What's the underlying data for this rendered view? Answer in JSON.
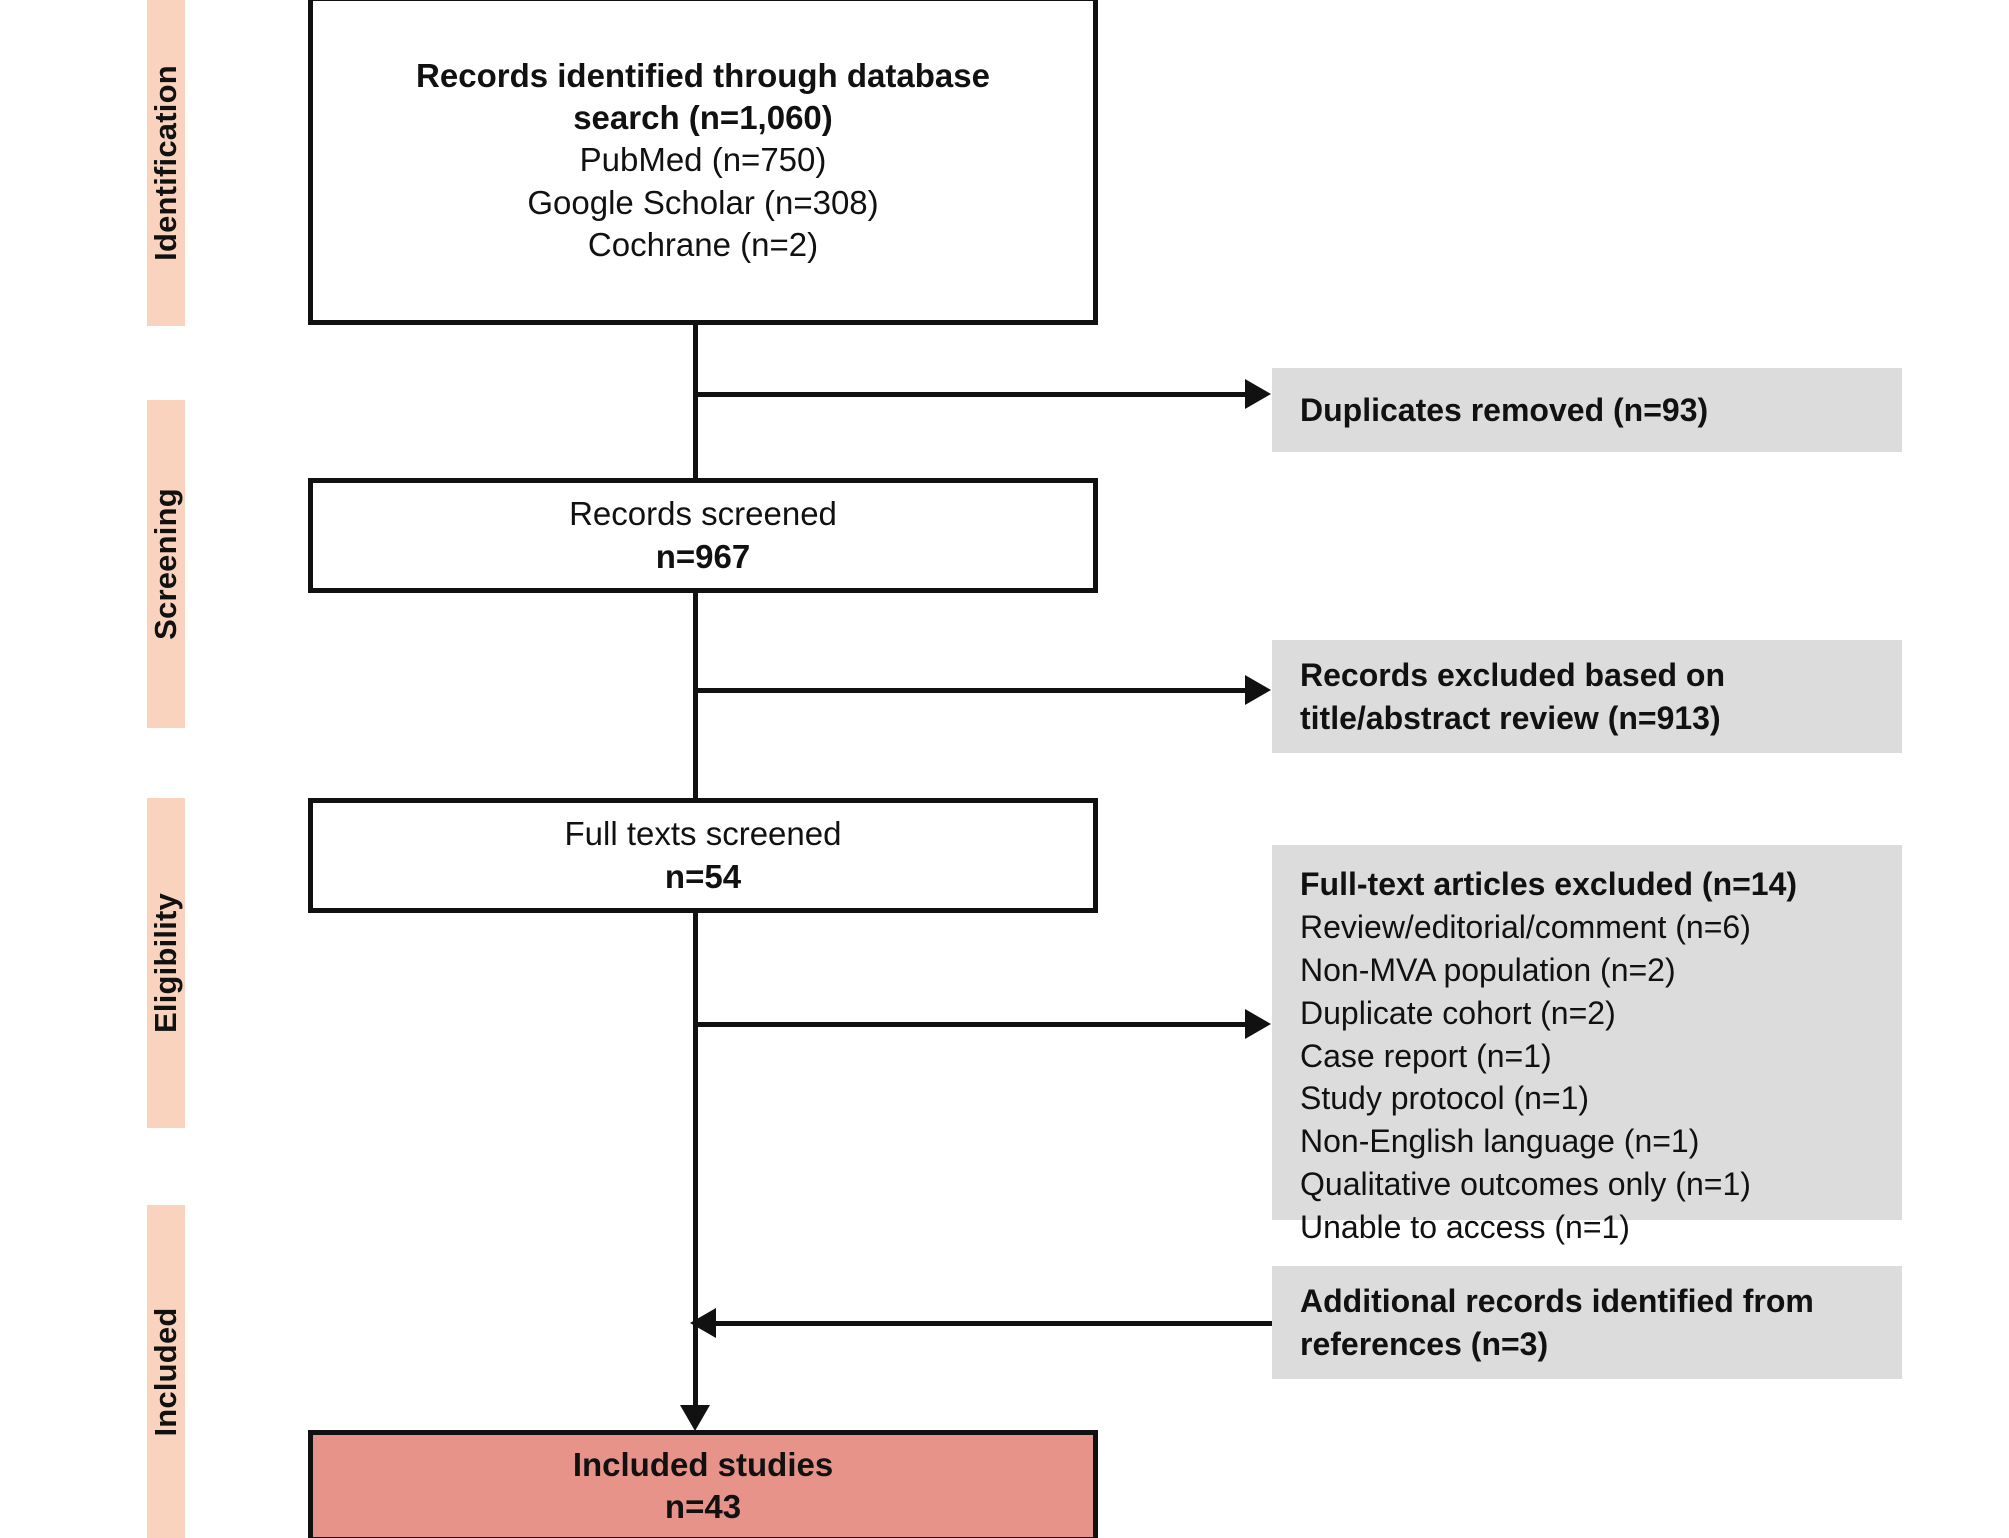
{
  "colors": {
    "stage_band": "#f9d3bd",
    "gray_box": "#dcdcdc",
    "included_box": "#e8938a",
    "stroke": "#111111",
    "white_box": "#ffffff"
  },
  "stages": [
    {
      "label": "Identification"
    },
    {
      "label": "Screening"
    },
    {
      "label": "Eligibility"
    },
    {
      "label": "Included"
    }
  ],
  "boxes": {
    "identified": {
      "title_line1": "Records identified through database",
      "title_line2": "search (n=1,060)",
      "source1": "PubMed (n=750)",
      "source2": "Google Scholar (n=308)",
      "source3": "Cochrane (n=2)"
    },
    "screened": {
      "label": "Records screened",
      "count": "n=967"
    },
    "fulltext": {
      "label": "Full texts screened",
      "count": "n=54"
    },
    "included": {
      "label": "Included studies",
      "count": "n=43"
    }
  },
  "side_boxes": {
    "duplicates": {
      "line1": "Duplicates removed (n=93)"
    },
    "title_abstract_excluded": {
      "line1": "Records excluded based on",
      "line2": "title/abstract review (n=913)"
    },
    "fulltext_excluded": {
      "heading": "Full-text articles excluded (n=14)",
      "reasons": [
        "Review/editorial/comment (n=6)",
        "Non-MVA population (n=2)",
        "Duplicate cohort (n=2)",
        "Case report (n=1)",
        "Study protocol (n=1)",
        "Non-English language (n=1)",
        "Qualitative outcomes only (n=1)",
        "Unable to access (n=1)"
      ]
    },
    "additional_records": {
      "line1": "Additional records identified from",
      "line2": "references (n=3)"
    }
  },
  "chart_data": {
    "type": "diagram",
    "diagram_kind": "PRISMA flow diagram",
    "nodes": [
      {
        "id": "identified",
        "stage": "Identification",
        "label": "Records identified through database search",
        "n": 1060,
        "breakdown": [
          {
            "source": "PubMed",
            "n": 750
          },
          {
            "source": "Google Scholar",
            "n": 308
          },
          {
            "source": "Cochrane",
            "n": 2
          }
        ]
      },
      {
        "id": "duplicates",
        "stage": "Identification",
        "label": "Duplicates removed",
        "n": 93
      },
      {
        "id": "screened",
        "stage": "Screening",
        "label": "Records screened",
        "n": 967
      },
      {
        "id": "ta_excluded",
        "stage": "Screening",
        "label": "Records excluded based on title/abstract review",
        "n": 913
      },
      {
        "id": "fulltext",
        "stage": "Eligibility",
        "label": "Full texts screened",
        "n": 54
      },
      {
        "id": "ft_excluded",
        "stage": "Eligibility",
        "label": "Full-text articles excluded",
        "n": 14,
        "breakdown": [
          {
            "reason": "Review/editorial/comment",
            "n": 6
          },
          {
            "reason": "Non-MVA population",
            "n": 2
          },
          {
            "reason": "Duplicate cohort",
            "n": 2
          },
          {
            "reason": "Case report",
            "n": 1
          },
          {
            "reason": "Study protocol",
            "n": 1
          },
          {
            "reason": "Non-English language",
            "n": 1
          },
          {
            "reason": "Qualitative outcomes only",
            "n": 1
          },
          {
            "reason": "Unable to access",
            "n": 1
          }
        ]
      },
      {
        "id": "additional",
        "stage": "Included",
        "label": "Additional records identified from references",
        "n": 3
      },
      {
        "id": "included",
        "stage": "Included",
        "label": "Included studies",
        "n": 43
      }
    ],
    "edges": [
      {
        "from": "identified",
        "to": "duplicates",
        "direction": "right"
      },
      {
        "from": "identified",
        "to": "screened",
        "direction": "down"
      },
      {
        "from": "screened",
        "to": "ta_excluded",
        "direction": "right"
      },
      {
        "from": "screened",
        "to": "fulltext",
        "direction": "down"
      },
      {
        "from": "fulltext",
        "to": "ft_excluded",
        "direction": "right"
      },
      {
        "from": "additional",
        "to": "included",
        "direction": "left"
      },
      {
        "from": "fulltext",
        "to": "included",
        "direction": "down"
      }
    ]
  }
}
